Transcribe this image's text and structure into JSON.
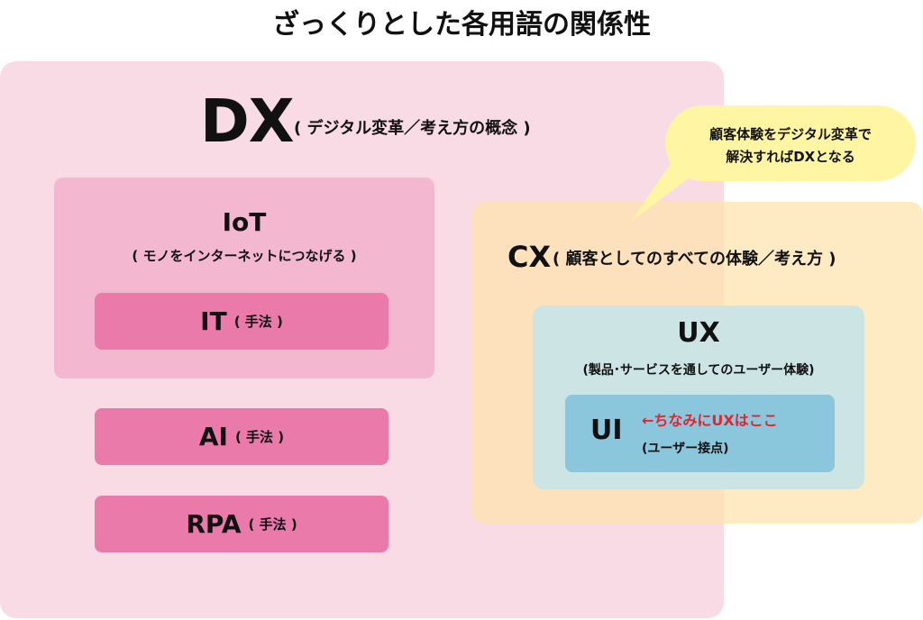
{
  "title": "ざっくりとした各用語の関係性",
  "colors": {
    "dx_bg": "#f9dbe6",
    "iot_bg": "#f3b8d0",
    "method_bg": "#ea7aa9",
    "cx_bg": "#fde3ac",
    "ux_bg": "#cde4e5",
    "ui_bg": "#8ac6dc",
    "bubble_bg": "#fff5a3",
    "note_red": "#e3242b"
  },
  "dx": {
    "name": "DX",
    "desc": "( デジタル変革／考え方の概念 )"
  },
  "iot": {
    "name": "IoT",
    "desc": "( モノをインターネットにつなげる )"
  },
  "methods": [
    {
      "name": "IT",
      "desc": "( 手法 )"
    },
    {
      "name": "AI",
      "desc": "( 手法 )"
    },
    {
      "name": "RPA",
      "desc": "( 手法 )"
    }
  ],
  "cx": {
    "name": "CX",
    "desc": "( 顧客としてのすべての体験／考え方 )"
  },
  "ux": {
    "name": "UX",
    "desc": "(製品･サービスを通してのユーザー体験)"
  },
  "ui": {
    "name": "UI",
    "note": "←ちなみにUXはここ",
    "desc": "(ユーザー接点)"
  },
  "bubble": {
    "line1": "顧客体験をデジタル変革で",
    "line2": "解決すればDXとなる"
  }
}
